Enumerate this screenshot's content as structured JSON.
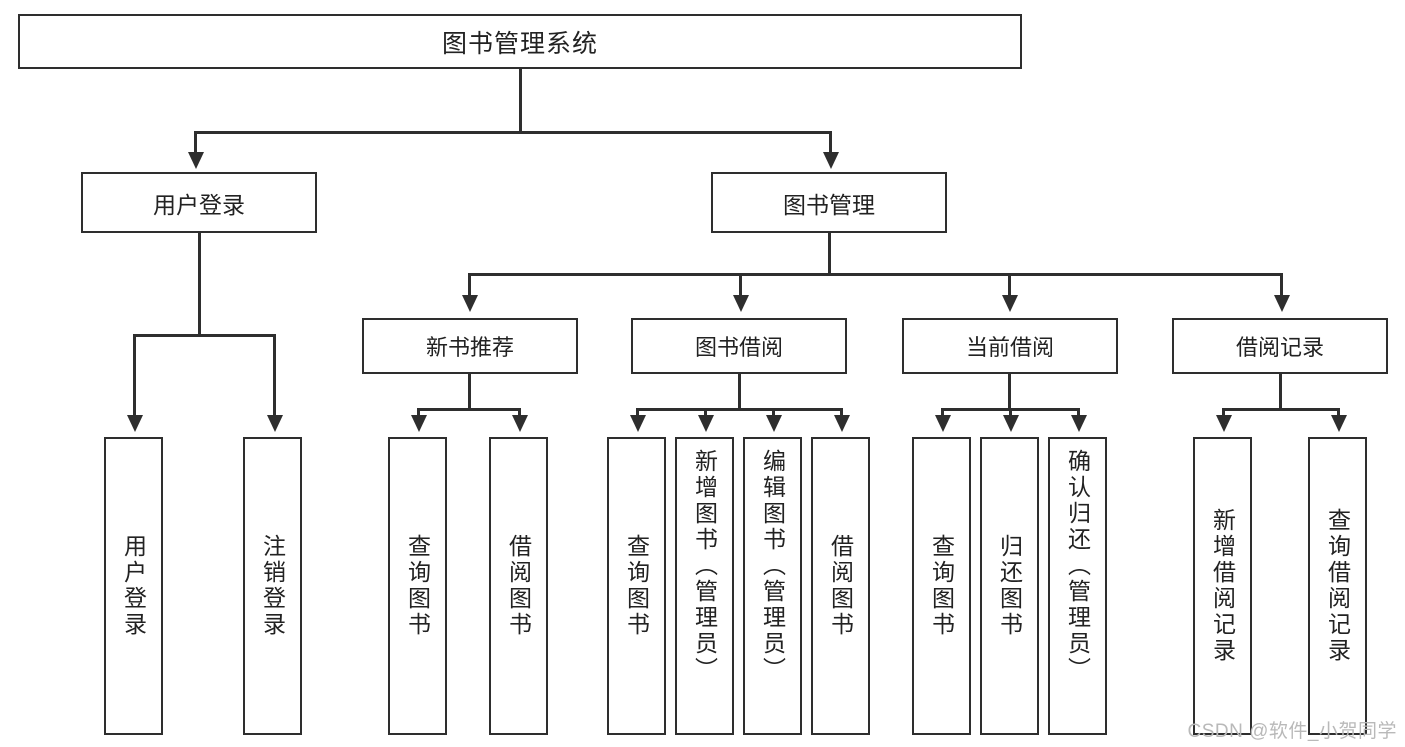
{
  "diagram": {
    "title": "图书管理系统",
    "type": "function-structure-tree",
    "levels": 4
  },
  "root": {
    "label": "图书管理系统"
  },
  "level2": [
    {
      "id": "user-login",
      "label": "用户登录"
    },
    {
      "id": "book-management",
      "label": "图书管理"
    }
  ],
  "level3": [
    {
      "id": "new-book-recommend",
      "label": "新书推荐",
      "parent": "book-management"
    },
    {
      "id": "book-borrow",
      "label": "图书借阅",
      "parent": "book-management"
    },
    {
      "id": "current-borrow",
      "label": "当前借阅",
      "parent": "book-management"
    },
    {
      "id": "borrow-record",
      "label": "借阅记录",
      "parent": "book-management"
    }
  ],
  "leaves": {
    "user_login": [
      {
        "id": "leaf-user-login",
        "label": "用户登录"
      },
      {
        "id": "leaf-user-logout",
        "label": "注销登录"
      }
    ],
    "new_book_recommend": [
      {
        "id": "leaf-query-book-1",
        "label": "查询图书"
      },
      {
        "id": "leaf-borrow-book-1",
        "label": "借阅图书"
      }
    ],
    "book_borrow": [
      {
        "id": "leaf-query-book-2",
        "label": "查询图书"
      },
      {
        "id": "leaf-add-book",
        "label": "新增图书（管理员）"
      },
      {
        "id": "leaf-edit-book",
        "label": "编辑图书（管理员）"
      },
      {
        "id": "leaf-borrow-book-2",
        "label": "借阅图书"
      }
    ],
    "current_borrow": [
      {
        "id": "leaf-query-book-3",
        "label": "查询图书"
      },
      {
        "id": "leaf-return-book",
        "label": "归还图书"
      },
      {
        "id": "leaf-confirm-return",
        "label": "确认归还（管理员）"
      }
    ],
    "borrow_record": [
      {
        "id": "leaf-add-record",
        "label": "新增借阅记录"
      },
      {
        "id": "leaf-query-record",
        "label": "查询借阅记录"
      }
    ]
  },
  "watermark": {
    "text": "CSDN @软件_小贺同学"
  },
  "colors": {
    "stroke": "#2e2e2e",
    "box_fill": "#ffffff",
    "text": "#222222",
    "watermark": "#b9b9b9",
    "background": "#ffffff"
  }
}
